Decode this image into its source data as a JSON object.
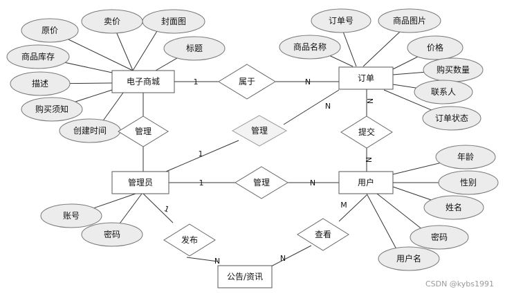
{
  "entities": {
    "ecommerce": "电子商城",
    "order": "订单",
    "admin": "管理员",
    "user": "用户",
    "notice": "公告/资讯"
  },
  "relations": {
    "belongs": "属于",
    "manage_mall": "管理",
    "manage_order": "管理",
    "submit": "提交",
    "manage_user": "管理",
    "publish": "发布",
    "view": "查看"
  },
  "attributes": {
    "ecommerce": [
      "原价",
      "卖价",
      "封面图",
      "标题",
      "商品库存",
      "描述",
      "购买须知",
      "创建时间"
    ],
    "order": [
      "订单号",
      "商品图片",
      "商品名称",
      "价格",
      "购买数量",
      "联系人",
      "订单状态"
    ],
    "admin": [
      "账号",
      "密码"
    ],
    "user": [
      "年龄",
      "性别",
      "姓名",
      "密码",
      "用户名"
    ]
  },
  "cardinalities": {
    "belongs_left": "1",
    "belongs_right": "N",
    "order_submit": "N",
    "user_submit": "N",
    "admin_manage_order": "1",
    "order_manage": "N",
    "admin_manage_user": "1",
    "user_manage": "N",
    "admin_publish": "1",
    "notice_publish": "N",
    "notice_view": "N",
    "user_view": "M"
  },
  "watermark": "CSDN @kybs1991"
}
